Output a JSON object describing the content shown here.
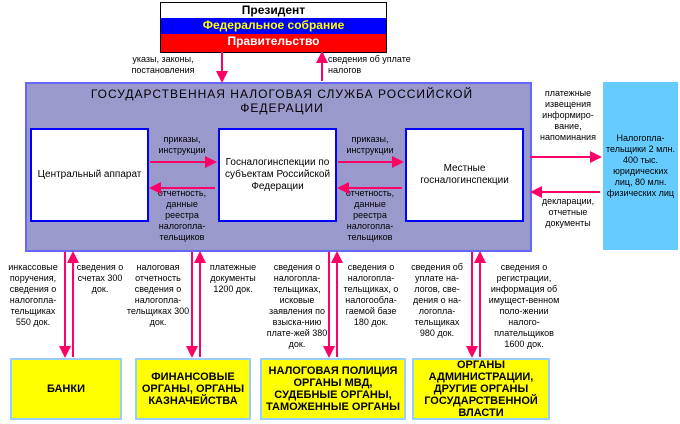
{
  "top": {
    "president": "Президент",
    "assembly": "Федеральное собрание",
    "government": "Правительство"
  },
  "links_top": {
    "down": "указы, законы, постановления",
    "up": "сведения об уплате налогов"
  },
  "main": {
    "title": "ГОСУДАРСТВЕННАЯ НАЛОГОВАЯ СЛУЖБА РОССИЙСКОЙ ФЕДЕРАЦИИ",
    "central": "Центральный аппарат",
    "regional": "Госналогинспекции по субъектам Российской Федерации",
    "local": "Местные госналогинспекции",
    "orders1": "приказы, инструкции",
    "orders2": "приказы, инструкции",
    "reports1": "отчетность, данные реестра налогопла-тельщиков",
    "reports2": "отчетность, данные реестра налогопла-тельщиков"
  },
  "taxpayers": {
    "box": "Налогопла-тельщики 2 млн. 400 тыс. юридических лиц, 80 млн. физических лиц",
    "to": "платежные извещения информиро-вание, напоминания",
    "from": "декларации, отчетные документы"
  },
  "bottom_labels": [
    "инкассовые поручения, сведения о налогопла-тельщиках 550 док.",
    "сведения о счетах 300 док.",
    "налоговая отчетность сведения о налогопла-тельщиках 300 док.",
    "платежные документы 1200 док.",
    "сведения о налогопла-тельщиках, исковые заявления по взыска-нию плате-жей 380 док.",
    "сведения о налогопла-тельщиках, о налогообла-гаемой базе 180 док.",
    "сведения об уплате на-логов, све-дения о на-логопла-тельщиках 980 док.",
    "сведения о регистрации, информация об имущест-венном поло-жении налого-плательщиков 1600 док."
  ],
  "bottom_boxes": [
    "БАНКИ",
    "ФИНАНСОВЫЕ ОРГАНЫ, ОРГАНЫ КАЗНАЧЕЙСТВА",
    "НАЛОГОВАЯ ПОЛИЦИЯ ОРГАНЫ МВД, СУДЕБНЫЕ ОРГАНЫ, ТАМОЖЕННЫЕ ОРГАНЫ",
    "ОРГАНЫ АДМИНИСТРАЦИИ, ДРУГИЕ ОРГАНЫ ГОСУДАРСТВЕННОЙ ВЛАСТИ"
  ],
  "colors": {
    "arrow": "#ff0066",
    "main": "#9999cc",
    "taxpayers": "#66ccff",
    "agencies": "#ffff00"
  }
}
